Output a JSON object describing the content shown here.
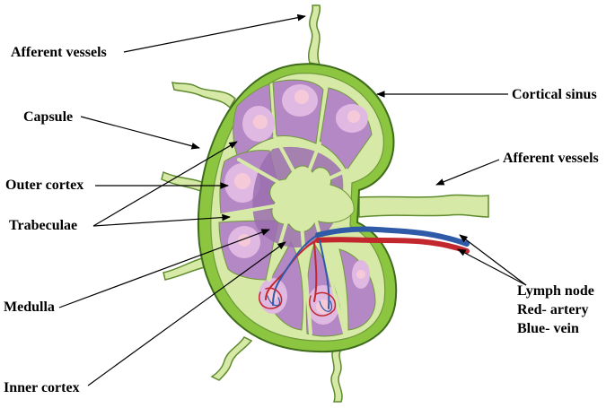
{
  "labels": {
    "afferent_top": "Afferent vessels",
    "cortical_sinus": "Cortical sinus",
    "capsule": "Capsule",
    "afferent_right": "Afferent vessels",
    "outer_cortex": "Outer cortex",
    "trabeculae": "Trabeculae",
    "medulla": "Medulla",
    "inner_cortex": "Inner cortex",
    "lymph_node": "Lymph node",
    "red_artery": "Red- artery",
    "blue_vein": "Blue- vein"
  },
  "colors": {
    "capsule": "#8cc641",
    "capsule_dark": "#4e7f25",
    "sinus": "#d6e9a6",
    "trabecula": "#bcd98a",
    "cortex": "#b488c4",
    "cortex_inner": "#9b6fb0",
    "follicle": "#e0b9e3",
    "germinal_center": "#f6c9d9",
    "artery": "#c2272d",
    "vein": "#2e5aa8",
    "vessel": "#d6e9a6"
  }
}
